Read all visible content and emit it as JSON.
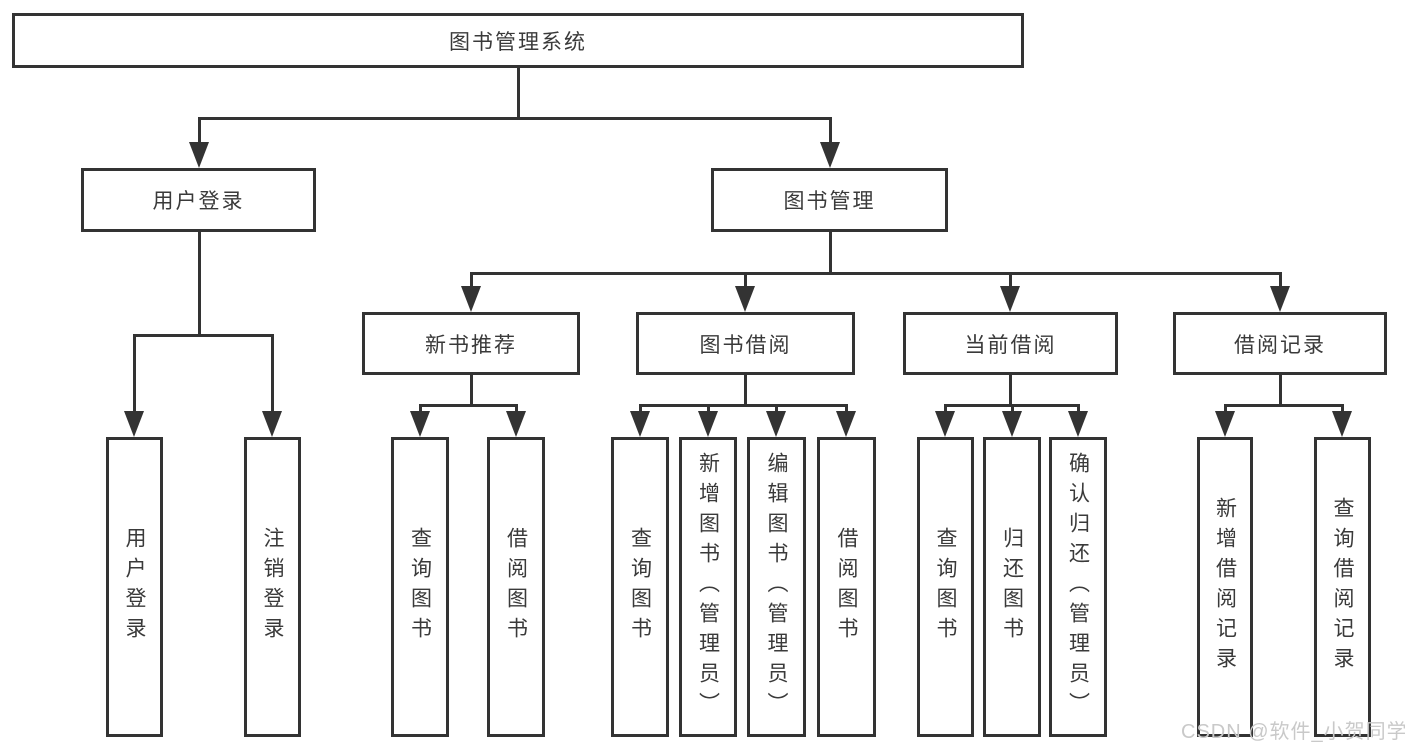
{
  "diagram": {
    "title": "图书管理系统",
    "level2": {
      "user_login": "用户登录",
      "book_management": "图书管理"
    },
    "level3": {
      "new_book_recommend": "新书推荐",
      "book_borrowing": "图书借阅",
      "current_borrowing": "当前借阅",
      "borrowing_records": "借阅记录"
    },
    "leaves": {
      "user_login": "用户登录",
      "logout": "注销登录",
      "nbr_query_books": "查询图书",
      "nbr_borrow_books": "借阅图书",
      "bb_query_books": "查询图书",
      "bb_add_books": "新增图书（管理员）",
      "bb_edit_books": "编辑图书（管理员）",
      "bb_borrow_books": "借阅图书",
      "cb_query_books": "查询图书",
      "cb_return_books": "归还图书",
      "cb_confirm_return": "确认归还（管理员）",
      "br_add_record": "新增借阅记录",
      "br_query_record": "查询借阅记录"
    }
  },
  "watermark": "CSDN @软件_小贺同学",
  "colors": {
    "line": "#333333",
    "background": "#ffffff",
    "watermark": "#c9c9c9"
  }
}
